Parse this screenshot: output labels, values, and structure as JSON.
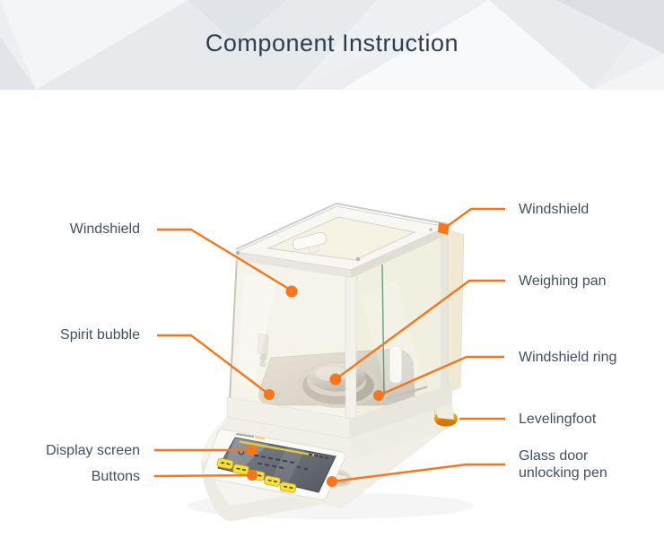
{
  "header": {
    "title": "Component Instruction"
  },
  "labels": {
    "windshield_left": "Windshield",
    "windshield_right": "Windshield",
    "weighing_pan": "Weighing pan",
    "spirit_bubble": "Spirit bubble",
    "windshield_ring": "Windshield ring",
    "levelingfoot": "Levelingfoot",
    "display_screen": "Display screen",
    "buttons": "Buttons",
    "glass_door_line1": "Glass door",
    "glass_door_line2": "unlocking pen"
  },
  "colors": {
    "leader_orange": "#f5761c",
    "label_text": "#3f5064",
    "title_text": "#2c3e50",
    "banner_bg": "#eceef1",
    "button_yellow": "#f8e13e",
    "foot_orange": "#f2a007"
  }
}
